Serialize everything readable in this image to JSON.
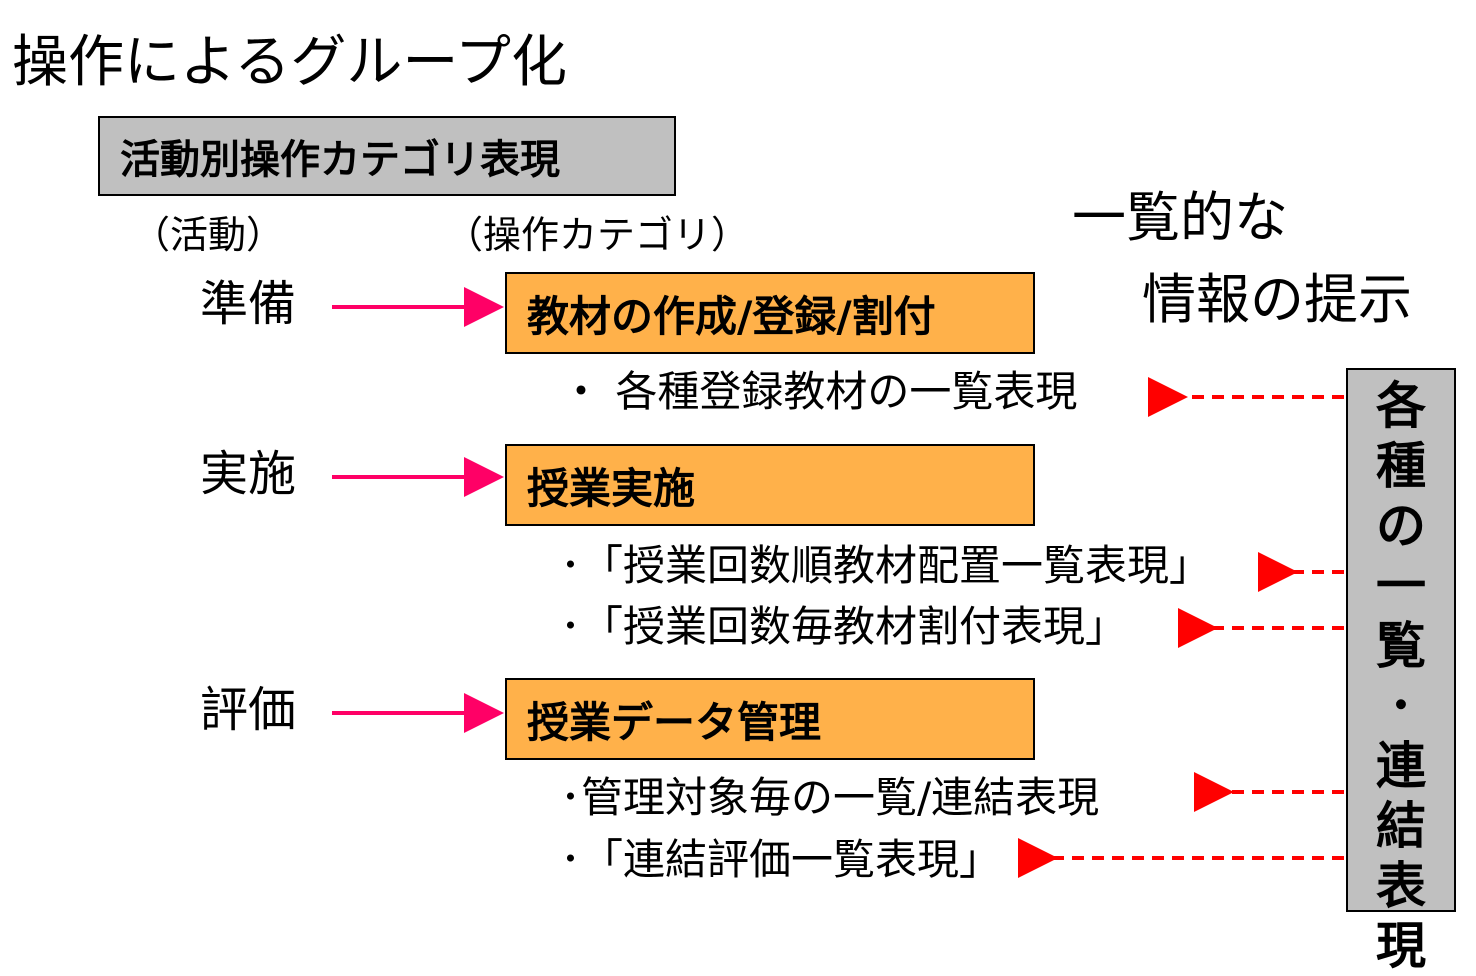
{
  "title": "操作によるグループ化",
  "category_header": "活動別操作カテゴリ表現",
  "column_labels": {
    "activity": "（活動）",
    "operation": "（操作カテゴリ）"
  },
  "groups": [
    {
      "activity": "準備",
      "operation": "教材の作成/登録/割付",
      "items": [
        "・ 各種登録教材の一覧表現"
      ]
    },
    {
      "activity": "実施",
      "operation": "授業実施",
      "items": [
        "･「授業回数順教材配置一覧表現」",
        "･「授業回数毎教材割付表現」"
      ]
    },
    {
      "activity": "評価",
      "operation": "授業データ管理",
      "items": [
        "･管理対象毎の一覧/連結表現",
        "･「連結評価一覧表現」"
      ]
    }
  ],
  "side_heading": {
    "line1": "一覧的な",
    "line2": "情報の提示"
  },
  "side_box_chars": [
    "各",
    "種",
    "の",
    "一",
    "覧",
    "･",
    "連",
    "結",
    "表",
    "現"
  ],
  "colors": {
    "category_box": "#c0c0c0",
    "operation_box": "#ffb14a",
    "activity_arrow": "#ff0066",
    "dashed_arrow": "#ff0000"
  }
}
